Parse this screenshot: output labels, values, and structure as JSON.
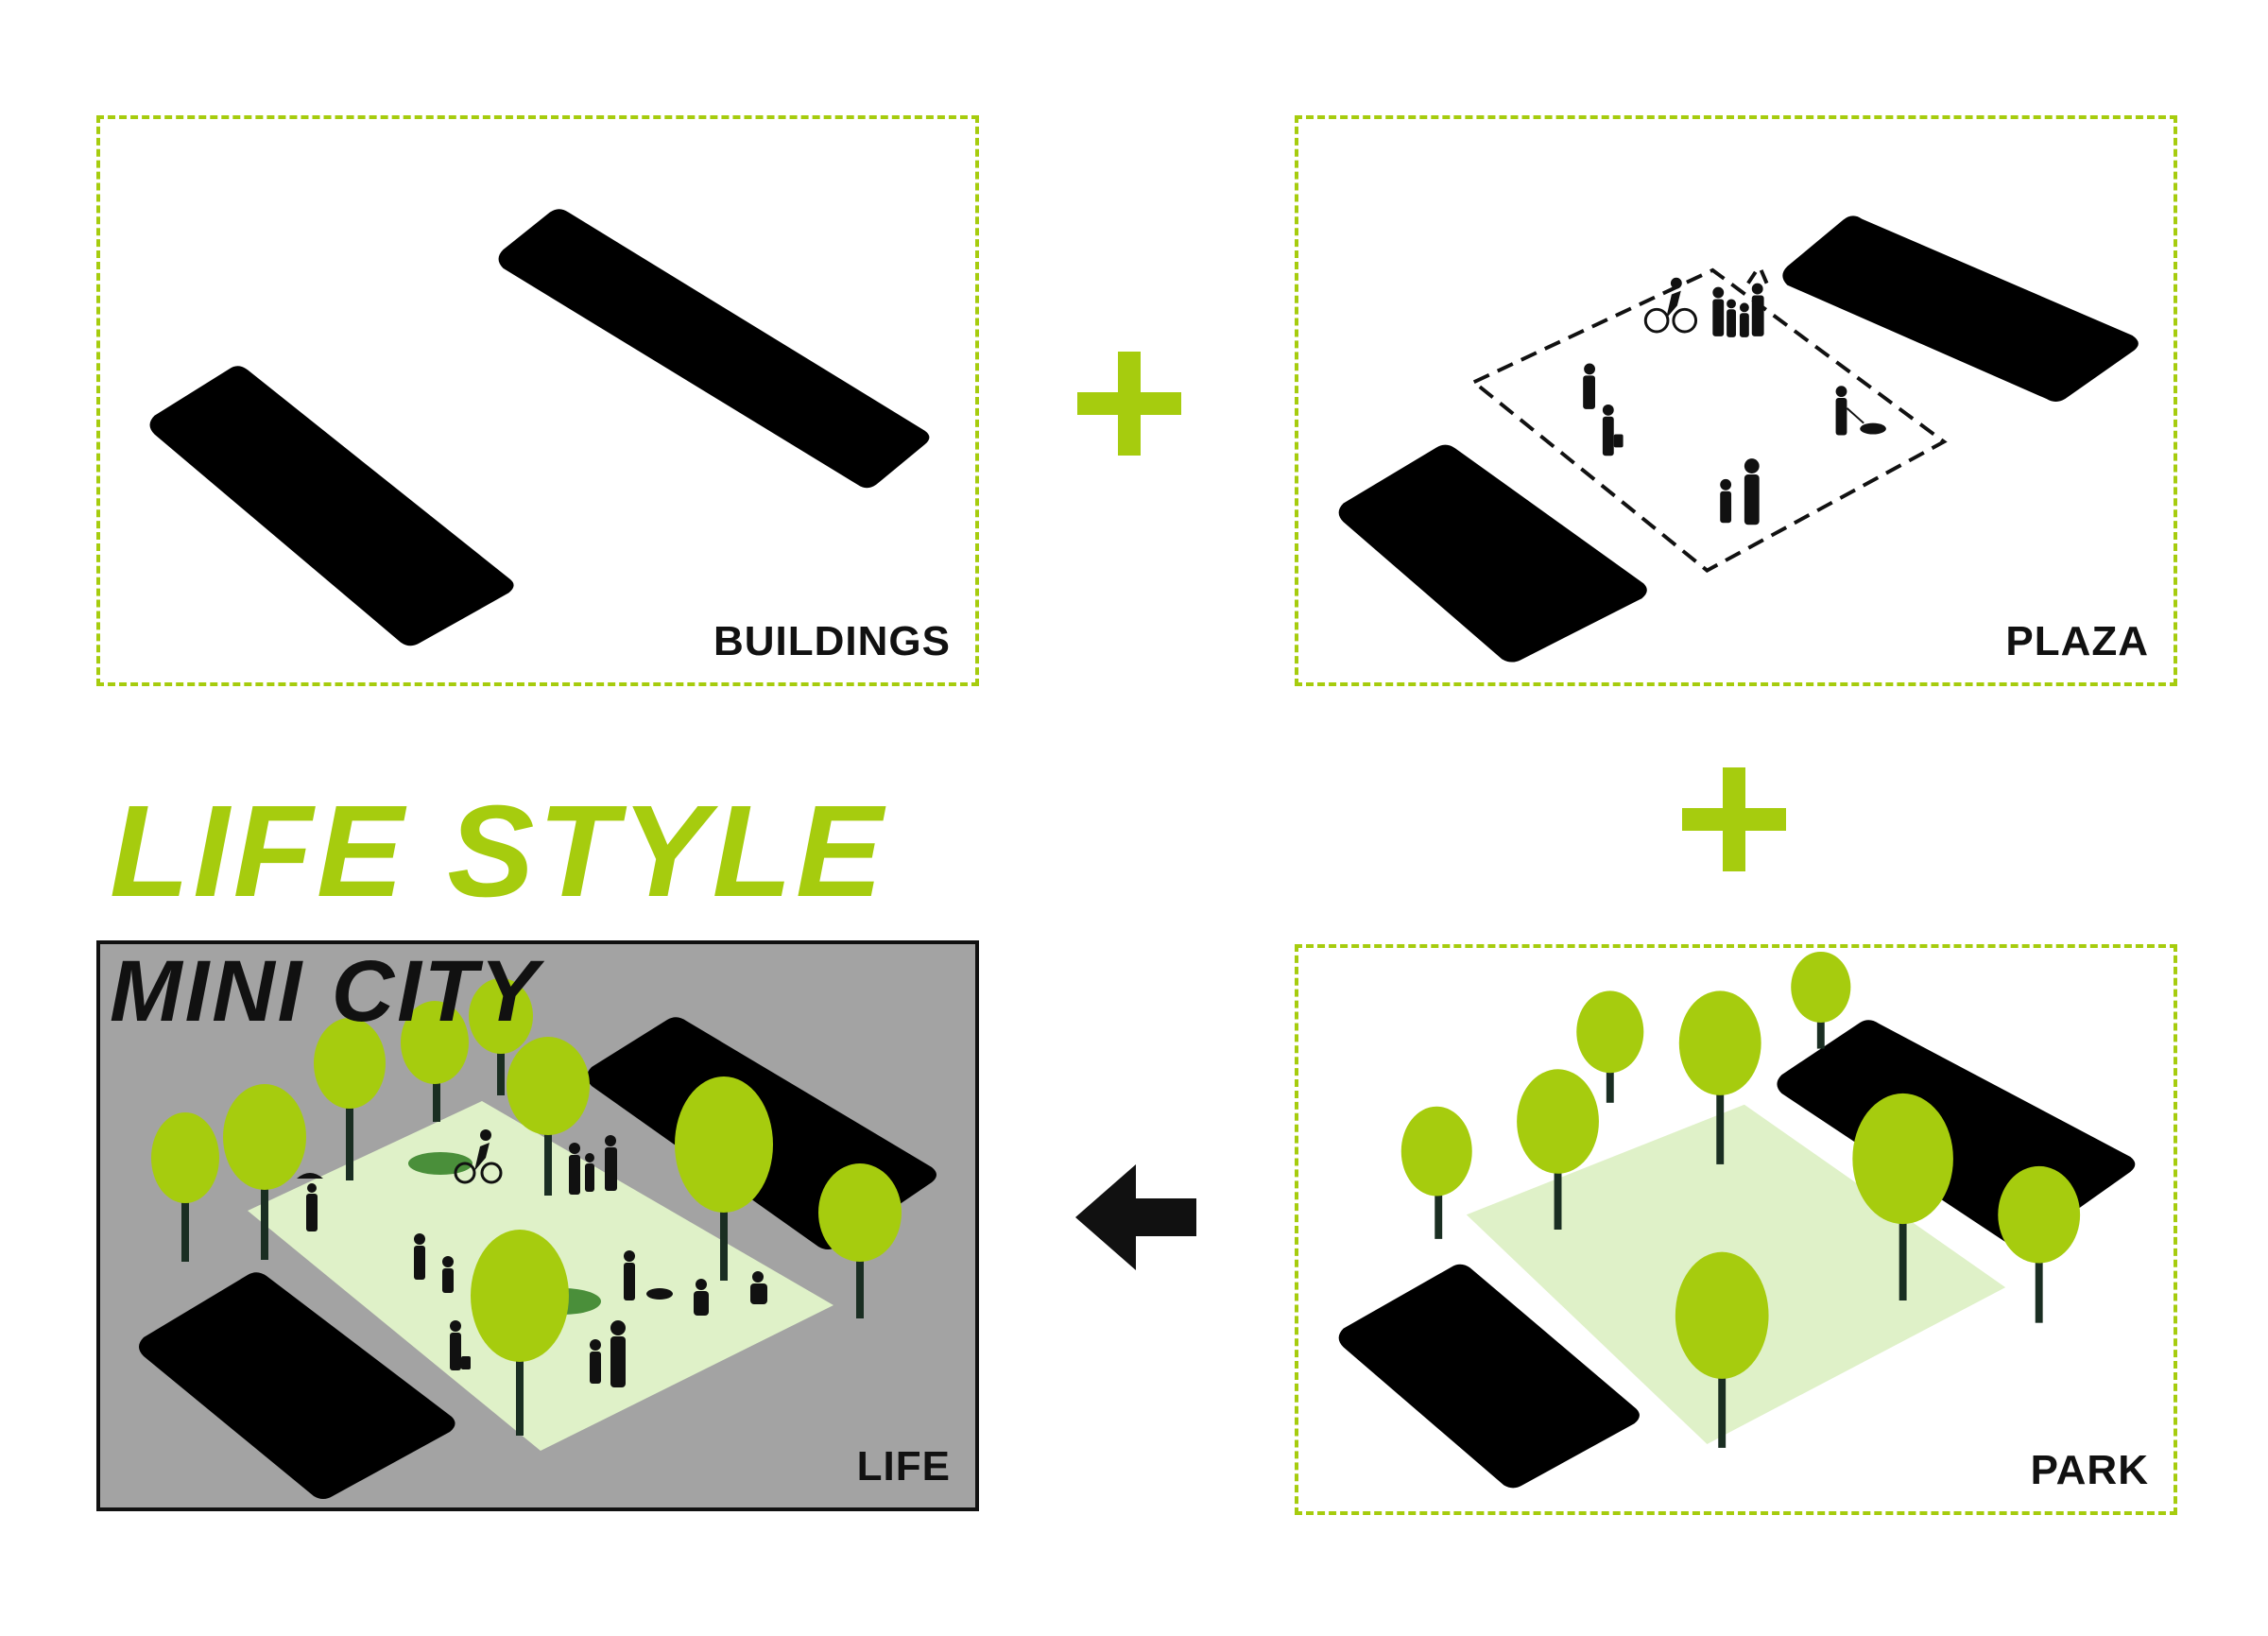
{
  "title": "LIFE STYLE",
  "colors": {
    "accent": "#a6cc0e",
    "tree": "#a6cc0e",
    "lawn": "#dff1c8",
    "building": "#000000",
    "life_background": "#a3a3a3",
    "figure": "#111111"
  },
  "panels": {
    "buildings": {
      "label": "BUILDINGS"
    },
    "plaza": {
      "label": "PLAZA"
    },
    "park": {
      "label": "PARK"
    },
    "life": {
      "subtitle": "MINI CITY",
      "label": "LIFE"
    }
  },
  "connectors": {
    "plus_icon": "plus-icon",
    "arrow_icon": "arrow-left-icon"
  }
}
